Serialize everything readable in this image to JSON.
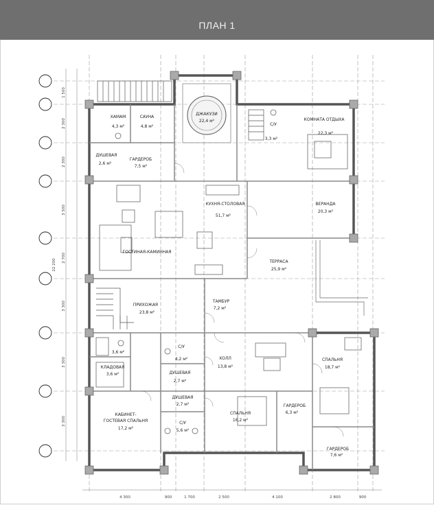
{
  "header": {
    "title": "ПЛАН 1"
  },
  "rooms": {
    "hamam": {
      "name": "ХАМАМ",
      "area": "4,3 м²"
    },
    "sauna": {
      "name": "САУНА",
      "area": "4,8 м²"
    },
    "jacuzzi": {
      "name": "ДЖАКУЗИ",
      "area": "22,4 м²"
    },
    "wc_top": {
      "name": "С/У",
      "area": "3,3 м²"
    },
    "lounge": {
      "name": "КОМНАТА ОТДЫХА",
      "area": "22,3 м²"
    },
    "shower_top": {
      "name": "ДУШЕВАЯ",
      "area": "2,6 м²"
    },
    "wardrobe_top": {
      "name": "ГАРДЕРОБ",
      "area": "7,5 м²"
    },
    "kitchen": {
      "name": "КУХНЯ-СТОЛОВАЯ",
      "area": "51,7 м²"
    },
    "veranda": {
      "name": "ВЕРАНДА",
      "area": "20,3 м²"
    },
    "living": {
      "name": "ГОСТИНАЯ-КАМИННАЯ"
    },
    "terrace": {
      "name": "ТЕРРАСА",
      "area": "25,9 м²"
    },
    "hallway": {
      "name": "ПРИХОЖАЯ",
      "area": "23,8 м²"
    },
    "vestibule": {
      "name": "ТАМБУР",
      "area": "7,2 м²"
    },
    "wc_left": {
      "area": "3,6 м²"
    },
    "wc_mid": {
      "name": "С/У",
      "area": "4,2 м²"
    },
    "hall": {
      "name": "ХОЛЛ",
      "area": "13,8 м²"
    },
    "bedroom_right": {
      "name": "СПАЛЬНЯ",
      "area": "18,7 м²"
    },
    "pantry": {
      "name": "КЛАДОВАЯ",
      "area": "3,6 м²"
    },
    "shower_mid": {
      "name": "ДУШЕВАЯ",
      "area": "2,7 м²"
    },
    "shower_low": {
      "name": "ДУШЕВАЯ",
      "area": "2,7 м²"
    },
    "study": {
      "name": "КАБИНЕТ-ГОСТЕВАЯ СПАЛЬНЯ",
      "area": "17,2 м²"
    },
    "wc_low": {
      "name": "С/У",
      "area": "5,6 м²"
    },
    "bedroom_mid": {
      "name": "СПАЛЬНЯ",
      "area": "16,2 м²"
    },
    "wardrobe_mid": {
      "name": "ГАРДЕРОБ",
      "area": "6,3 м²"
    },
    "wardrobe_low": {
      "name": "ГАРДЕРОБ",
      "area": "7,6 м²"
    }
  },
  "dims_left": [
    "1 500",
    "2 300",
    "2 300",
    "3 500",
    "2 700",
    "3 300",
    "3 300",
    "3 300"
  ],
  "dim_total_left": "22 200",
  "dims_bottom": [
    "4 300",
    "900",
    "1 700",
    "2 500",
    "4 100",
    "2 800",
    "900"
  ]
}
